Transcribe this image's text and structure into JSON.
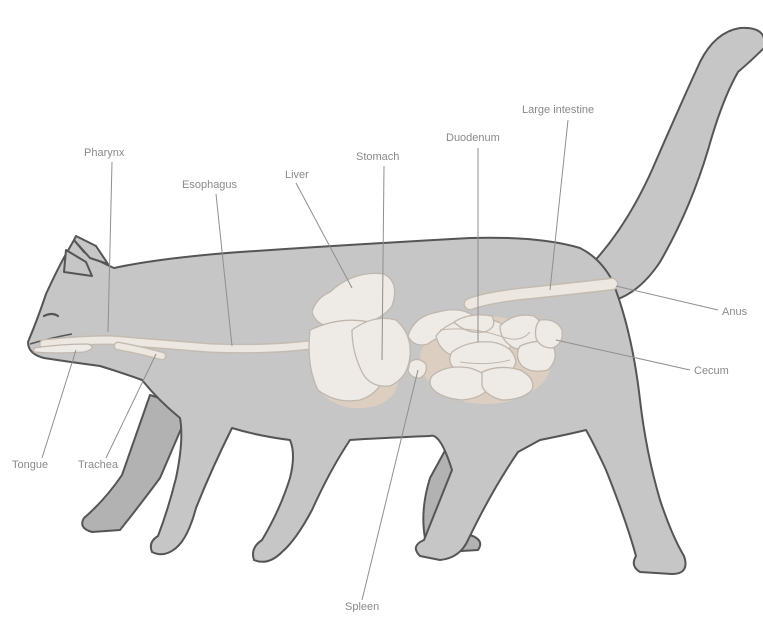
{
  "labels": {
    "pharynx": "Pharynx",
    "esophagus": "Esophagus",
    "liver": "Liver",
    "stomach": "Stomach",
    "duodenum": "Duodenum",
    "large_intestine": "Large intestine",
    "anus": "Anus",
    "cecum": "Cecum",
    "tongue": "Tongue",
    "trachea": "Trachea",
    "spleen": "Spleen"
  },
  "colors": {
    "fur": "#c6c6c6",
    "outline": "#555555",
    "organ": "#eeeae6",
    "label_text": "#8a8a8a"
  }
}
